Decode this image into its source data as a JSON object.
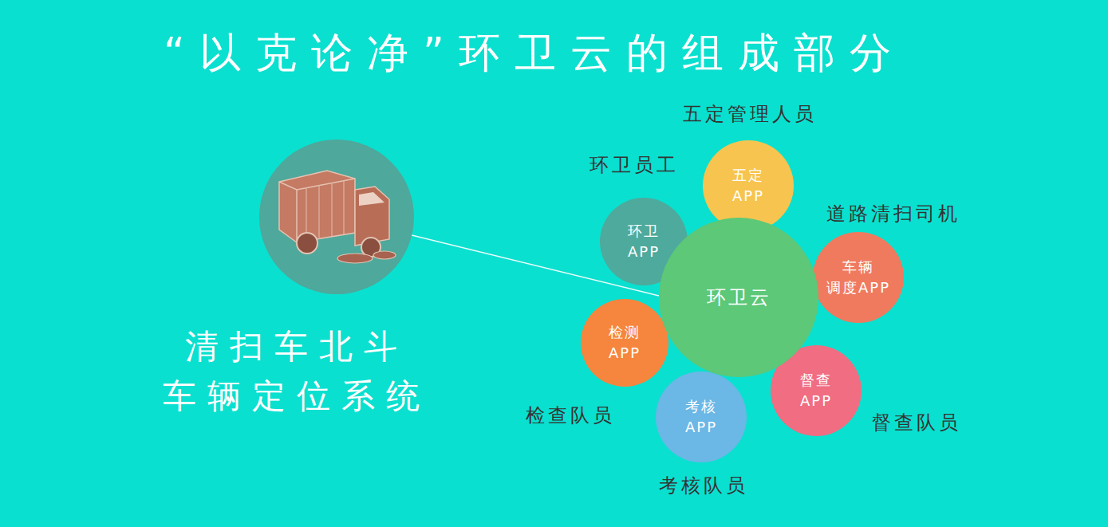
{
  "diagram": {
    "title": "“以克论净”环卫云的组成部分",
    "nodes": [
      {
        "text": [
          "清扫车北斗 车辆定位系统"
        ]
      },
      {
        "text": [
          "五定管理人员",
          "五定 APP"
        ]
      },
      {
        "text": [
          "环卫员工",
          "环卫 APP"
        ]
      },
      {
        "text": [
          "环卫云"
        ]
      },
      {
        "text": [
          "道路清扫司机",
          "车辆 调度APP"
        ]
      },
      {
        "text": [
          "检查队员",
          "检测 APP"
        ]
      },
      {
        "text": [
          "考核队员",
          "考核 APP"
        ]
      },
      {
        "text": [
          "督查队员",
          "督查 APP"
        ]
      }
    ],
    "edges": [
      {
        "from": 0,
        "to": 3,
        "arrow": "none"
      }
    ]
  }
}
